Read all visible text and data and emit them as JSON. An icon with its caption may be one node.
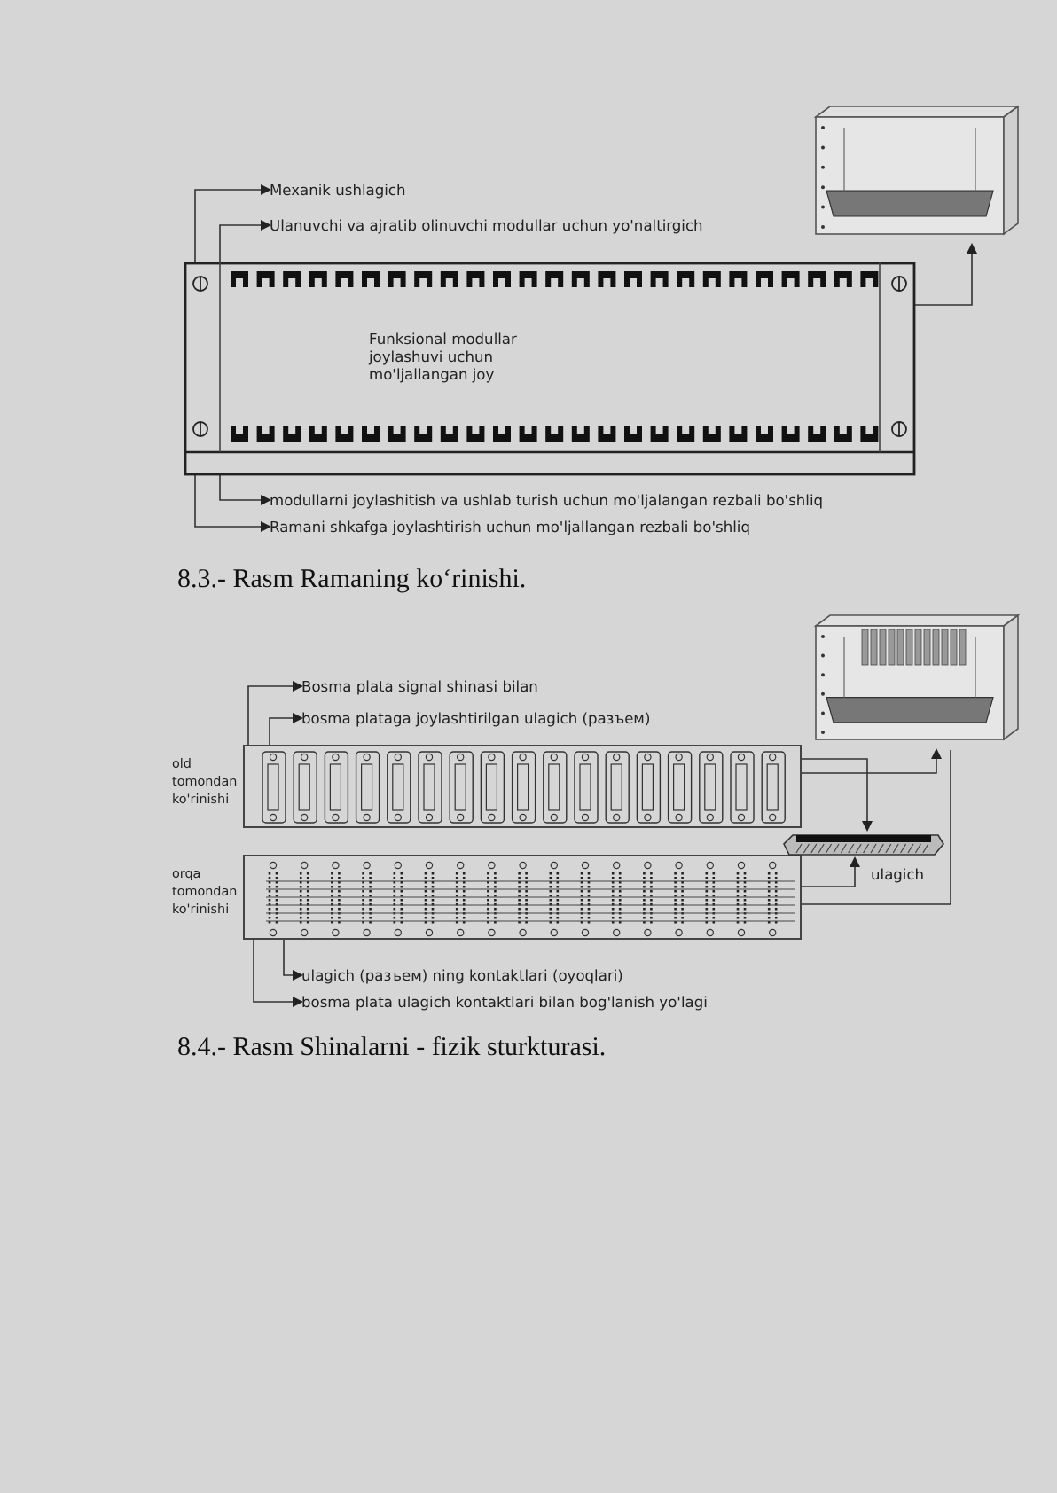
{
  "diagram": {
    "nodes": [
      {
        "text": [
          "Mexanik ushlagich"
        ]
      },
      {
        "text": [
          "Ulanuvchi va ajratib olinuvchi modullar uchun yo'naltirgich"
        ]
      },
      {
        "text": [
          "Funksional modullar joylashuvi uchun mo'ljallangan joy"
        ]
      },
      {
        "text": [
          "modullarni joylashitish va ushlab turish uchun mo'ljalangan rezbali bo'shliq"
        ]
      },
      {
        "text": [
          "Ramani shkafga joylashtirish uchun mo'ljallangan rezbali bo'shliq"
        ]
      },
      {
        "text": [],
        "shape": "picture"
      },
      {
        "text": [],
        "shape": "box",
        "beside": [
          "old tomondan ko'rinishi"
        ]
      },
      {
        "text": [],
        "shape": "box",
        "beside": [
          "orqa tomondan ko'rinishi"
        ]
      },
      {
        "text": [
          "Bosma plata signal shinasi bilan"
        ]
      },
      {
        "text": [
          "bosma plataga joylashtirilgan ulagich (разъем)"
        ]
      },
      {
        "text": [],
        "shape": "picture",
        "beside": [
          "ulagich"
        ]
      },
      {
        "text": [],
        "shape": "picture"
      },
      {
        "text": [
          "ulagich (разъем) ning kontaktlari (oyoqlari)"
        ]
      },
      {
        "text": [
          "bosma plata ulagich kontaktlari bilan bog'lanish yo'lagi"
        ]
      }
    ],
    "edges": [
      {
        "from": 2,
        "to": 0,
        "arrow": "to"
      },
      {
        "from": 2,
        "to": 1,
        "arrow": "to"
      },
      {
        "from": 2,
        "to": 5,
        "arrow": "to"
      },
      {
        "from": 2,
        "to": 3,
        "arrow": "to"
      },
      {
        "from": 2,
        "to": 4,
        "arrow": "to"
      },
      {
        "from": 6,
        "to": 8,
        "arrow": "to"
      },
      {
        "from": 6,
        "to": 9,
        "arrow": "to"
      },
      {
        "from": 6,
        "to": 10,
        "arrow": "to"
      },
      {
        "from": 6,
        "to": 11,
        "arrow": "to"
      },
      {
        "from": 7,
        "to": 11,
        "arrow": "none"
      },
      {
        "from": 7,
        "to": 10,
        "arrow": "to"
      },
      {
        "from": 7,
        "to": 12,
        "arrow": "to"
      },
      {
        "from": 7,
        "to": 13,
        "arrow": "to"
      }
    ],
    "labels": [
      "8.3.- Rasm Ramaning ko‘rinishi.",
      "8.4.- Rasm Shinalarni - fizik sturkturasi."
    ]
  }
}
